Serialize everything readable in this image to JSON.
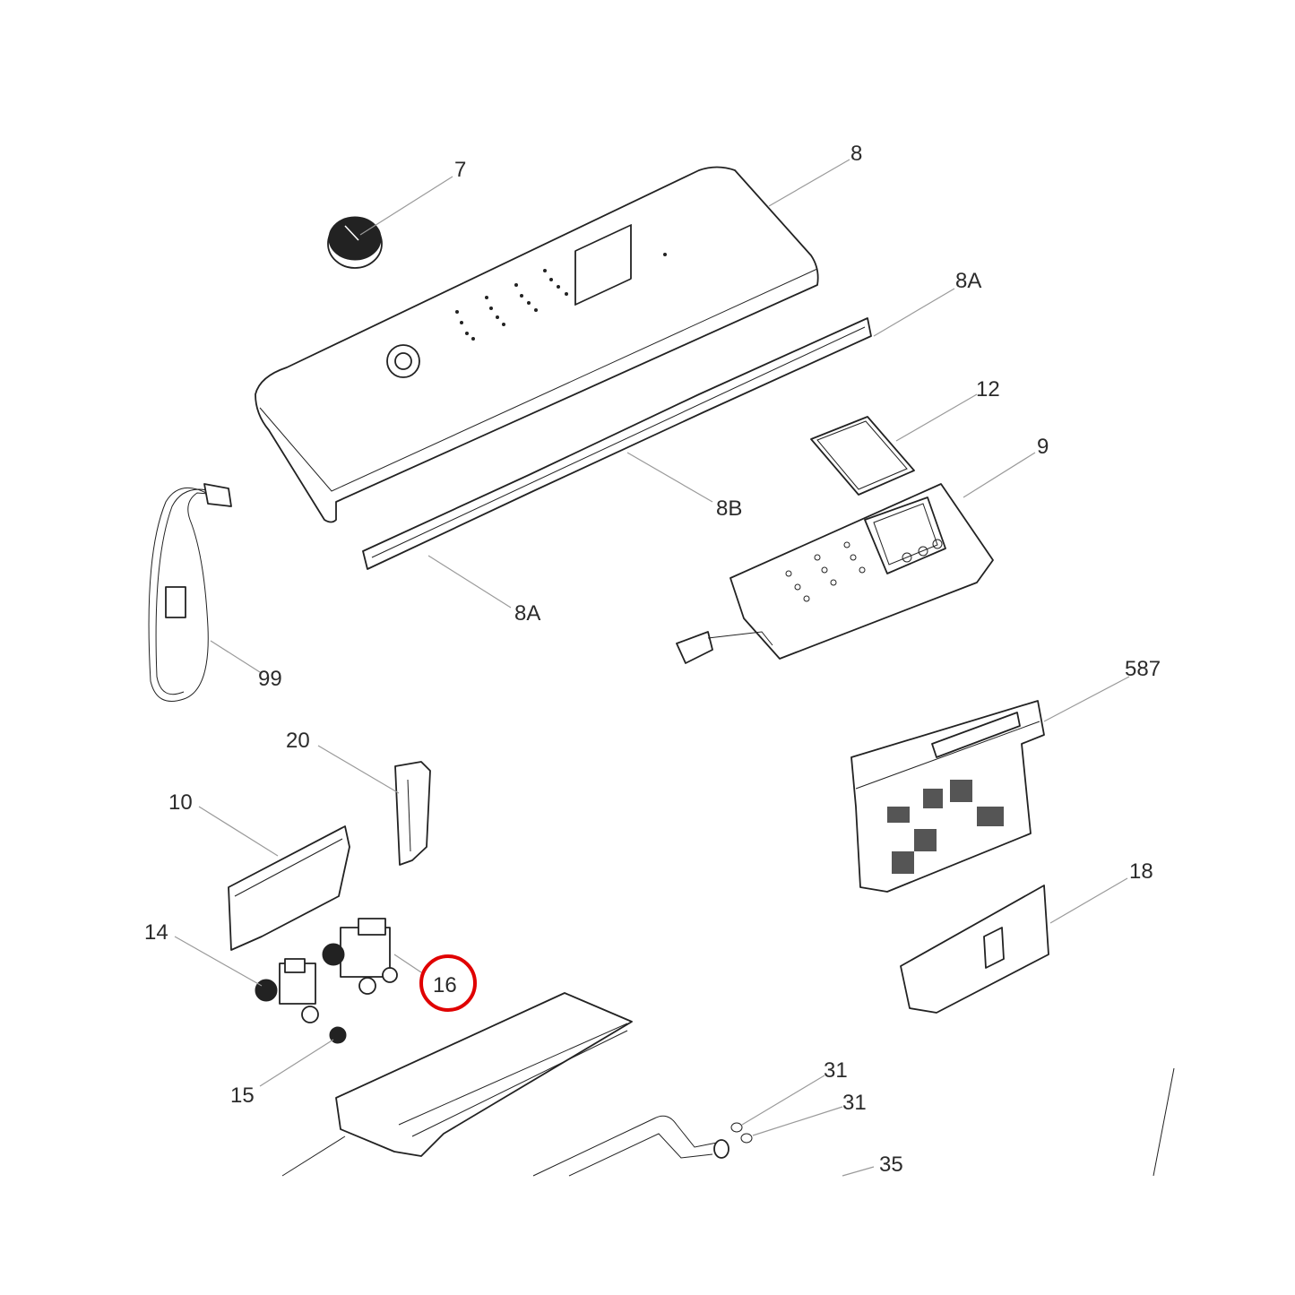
{
  "diagram": {
    "highlight_color": "#e00000",
    "highlighted_label": "16",
    "labels": {
      "p7": "7",
      "p8": "8",
      "p8a_top": "8A",
      "p12": "12",
      "p9": "9",
      "p8b": "8B",
      "p8a_bottom": "8A",
      "p99": "99",
      "p587": "587",
      "p20": "20",
      "p10": "10",
      "p18": "18",
      "p14": "14",
      "p16": "16",
      "p15": "15",
      "p31a": "31",
      "p31b": "31",
      "p35": "35"
    }
  }
}
